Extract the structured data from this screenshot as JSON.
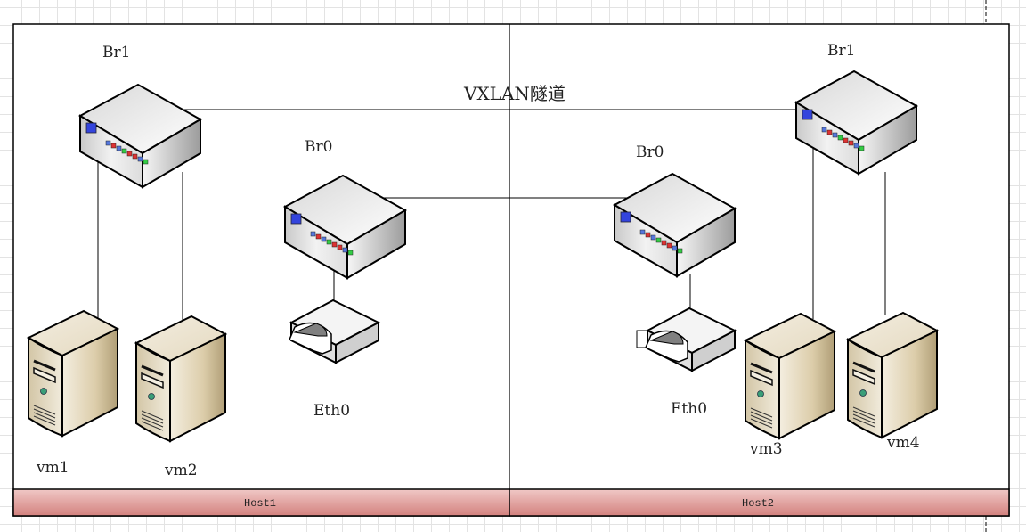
{
  "diagram": {
    "tunnel_label": "VXLAN隧道",
    "hosts": [
      {
        "name": "Host1",
        "bridges": [
          "Br1",
          "Br0"
        ],
        "nic": "Eth0",
        "vms": [
          "vm1",
          "vm2"
        ]
      },
      {
        "name": "Host2",
        "bridges": [
          "Br0",
          "Br1"
        ],
        "nic": "Eth0",
        "vms": [
          "vm3",
          "vm4"
        ]
      }
    ],
    "labels": {
      "host1_br1": "Br1",
      "host1_br0": "Br0",
      "host1_eth0": "Eth0",
      "vm1": "vm1",
      "vm2": "vm2",
      "host2_br0": "Br0",
      "host2_br1": "Br1",
      "host2_eth0": "Eth0",
      "vm3": "vm3",
      "vm4": "vm4",
      "host1_footer": "Host1",
      "host2_footer": "Host2"
    },
    "connections": [
      {
        "from": "Host1.Br1",
        "to": "Host2.Br1",
        "label": "VXLAN隧道"
      },
      {
        "from": "Host1.Br0",
        "to": "Host2.Br0"
      },
      {
        "from": "Host1.Br0",
        "to": "Host1.Eth0"
      },
      {
        "from": "Host2.Br0",
        "to": "Host2.Eth0"
      },
      {
        "from": "Host1.Br1",
        "to": "vm1"
      },
      {
        "from": "Host1.Br1",
        "to": "vm2"
      },
      {
        "from": "Host2.Br1",
        "to": "vm3"
      },
      {
        "from": "Host2.Br1",
        "to": "vm4"
      }
    ],
    "colors": {
      "footer_top": "#efc4c4",
      "footer_bottom": "#d48682",
      "server_body": "#e6dcc4",
      "switch_body": "#e8e8e8",
      "led_blue": "#5577dd",
      "led_red": "#dd3333",
      "led_green": "#33cc44"
    }
  }
}
